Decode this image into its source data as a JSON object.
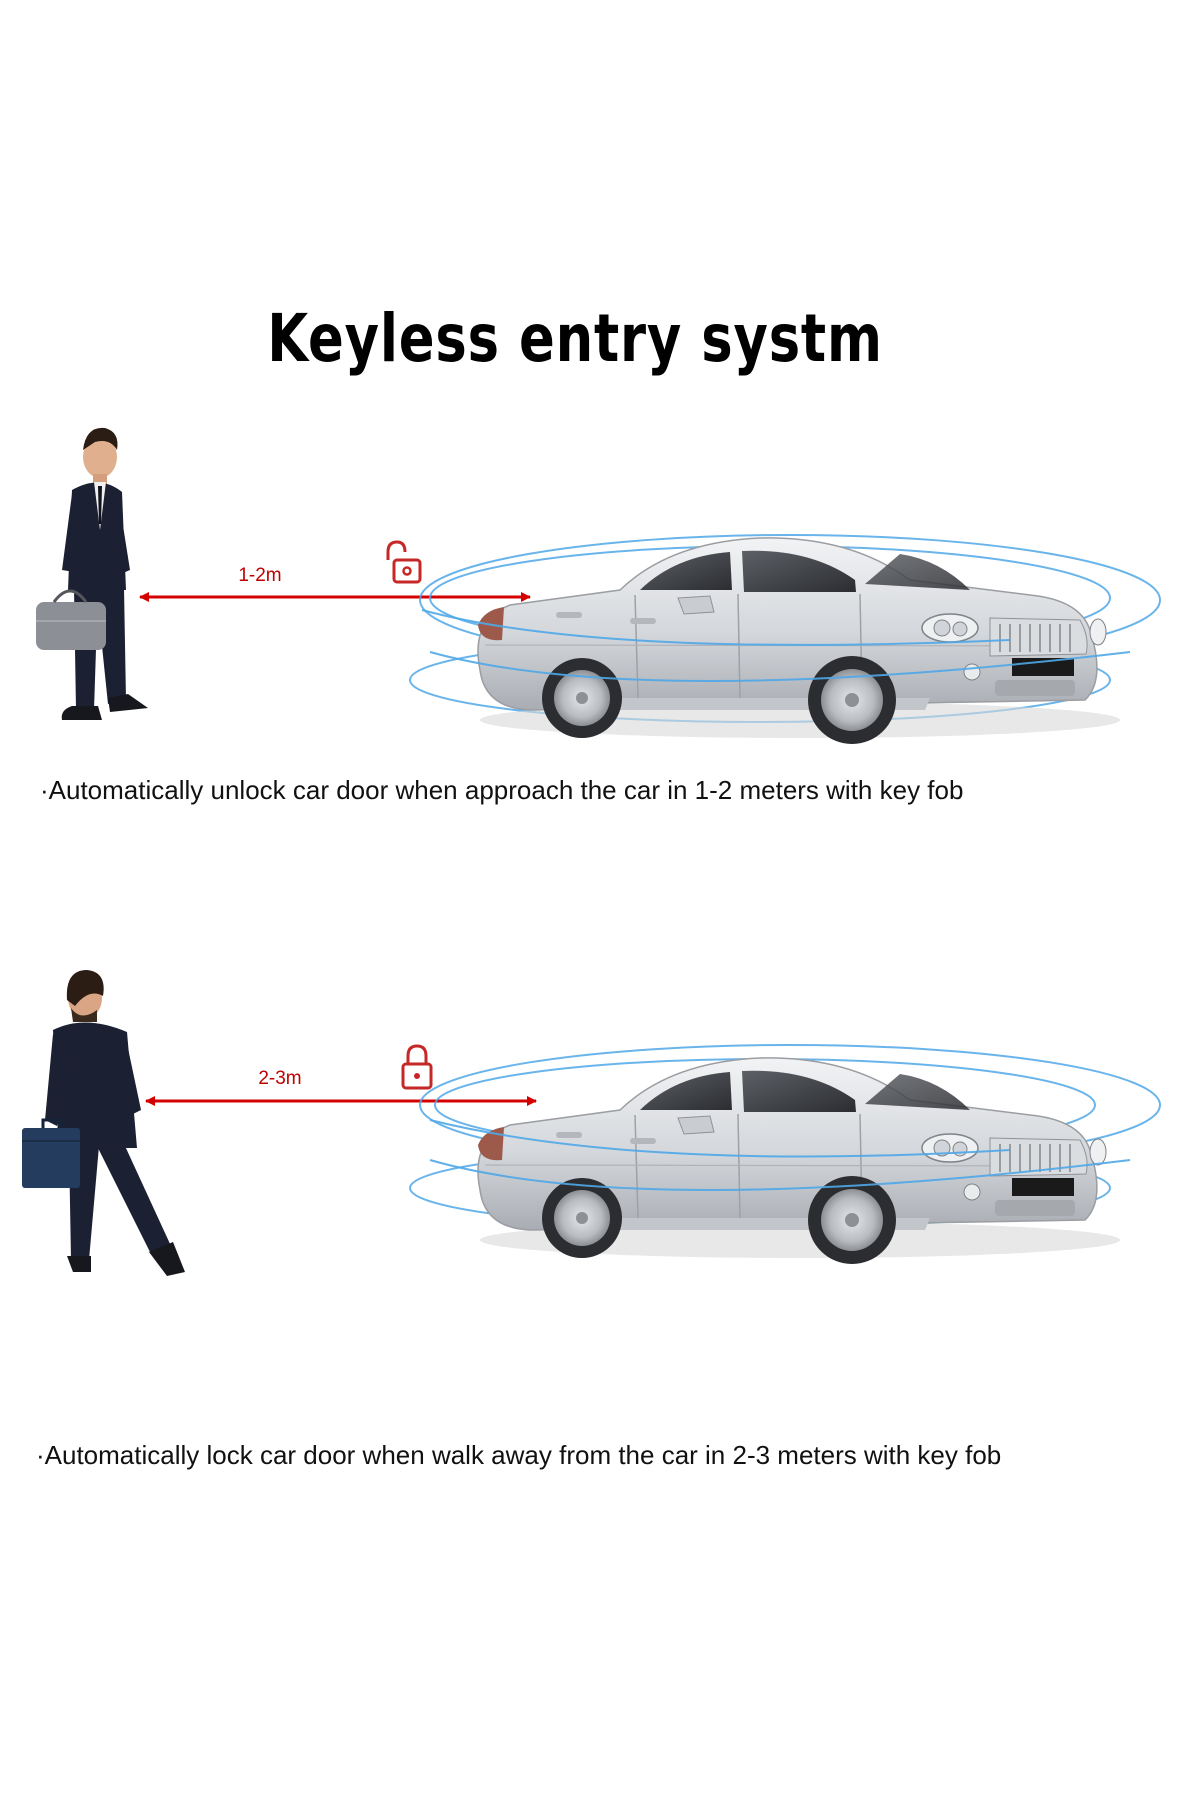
{
  "title": "Keyless entry systm",
  "scenes": [
    {
      "distance_label": "1-2m",
      "lock_state": "unlocked",
      "lock_icon": "unlocked-padlock-icon",
      "caption": "·Automatically unlock car door when approach the car in 1-2 meters with key fob"
    },
    {
      "distance_label": "2-3m",
      "lock_state": "locked",
      "lock_icon": "locked-padlock-icon",
      "caption": "·Automatically lock car door when walk away from the car in 2-3 meters with key fob"
    }
  ],
  "colors": {
    "arrow": "#d40000",
    "signal_rings": "#4fa8e8",
    "car_body": "#cfd2d6",
    "suit": "#1c2033"
  }
}
